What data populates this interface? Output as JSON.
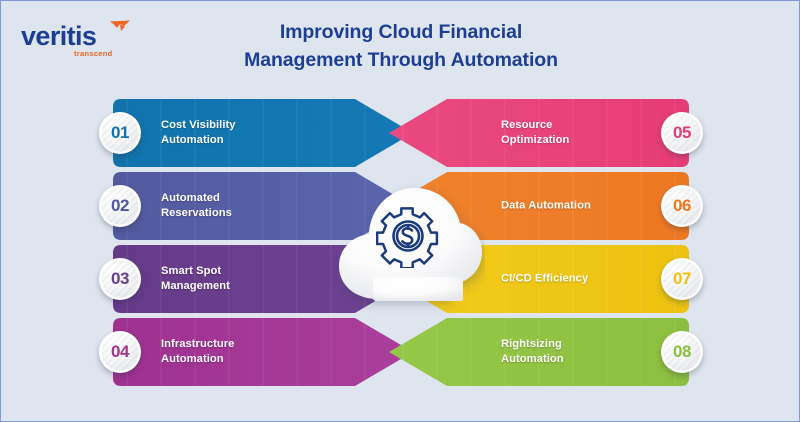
{
  "background_color": "#dfe5ee",
  "brand": {
    "name": "veritis",
    "tagline": "transcend",
    "word_color": "#1c3f94",
    "accent_color": "#ec6726",
    "logo_mark_icon": "swoosh-bird-icon"
  },
  "header": {
    "title_line1": "Improving Cloud Financial",
    "title_line2": "Management Through Automation",
    "title_color": "#1c3f94"
  },
  "center": {
    "cloud_icon": "cloud-shape",
    "gear_icon": "gear-with-dollar-icon",
    "icon_color": "#1b3b7a"
  },
  "left_column": {
    "side": "left",
    "items": [
      {
        "number": "01",
        "label_line1": "Cost Visibility",
        "label_line2": "Automation",
        "color": "#1273ac",
        "color_end": "#1379b4",
        "number_color": "#1273ac"
      },
      {
        "number": "02",
        "label_line1": "Automated",
        "label_line2": "Reservations",
        "color": "#53599f",
        "color_end": "#5a66ae",
        "number_color": "#4e56a0"
      },
      {
        "number": "03",
        "label_line1": "Smart Spot",
        "label_line2": "Management",
        "color": "#653a89",
        "color_end": "#6e4392",
        "number_color": "#693f8d"
      },
      {
        "number": "04",
        "label_line1": "Infrastructure",
        "label_line2": "Automation",
        "color": "#9e3190",
        "color_end": "#ab3f9b",
        "number_color": "#a8338f"
      }
    ]
  },
  "right_column": {
    "side": "right",
    "items": [
      {
        "number": "05",
        "label_line1": "Resource",
        "label_line2": "Optimization",
        "color": "#e63c75",
        "color_end": "#ea4a81",
        "number_color": "#e63c75"
      },
      {
        "number": "06",
        "label_line1": "Data Automation",
        "label_line2": "",
        "color": "#ee7822",
        "color_end": "#f0822c",
        "number_color": "#ee7822"
      },
      {
        "number": "07",
        "label_line1": "CI/CD Efficiency",
        "label_line2": "",
        "color": "#edc211",
        "color_end": "#f0cb1c",
        "number_color": "#f2bf12"
      },
      {
        "number": "08",
        "label_line1": "Rightsizing",
        "label_line2": "Automation",
        "color": "#8cbf3f",
        "color_end": "#95c749",
        "number_color": "#8cbf3f"
      }
    ]
  }
}
